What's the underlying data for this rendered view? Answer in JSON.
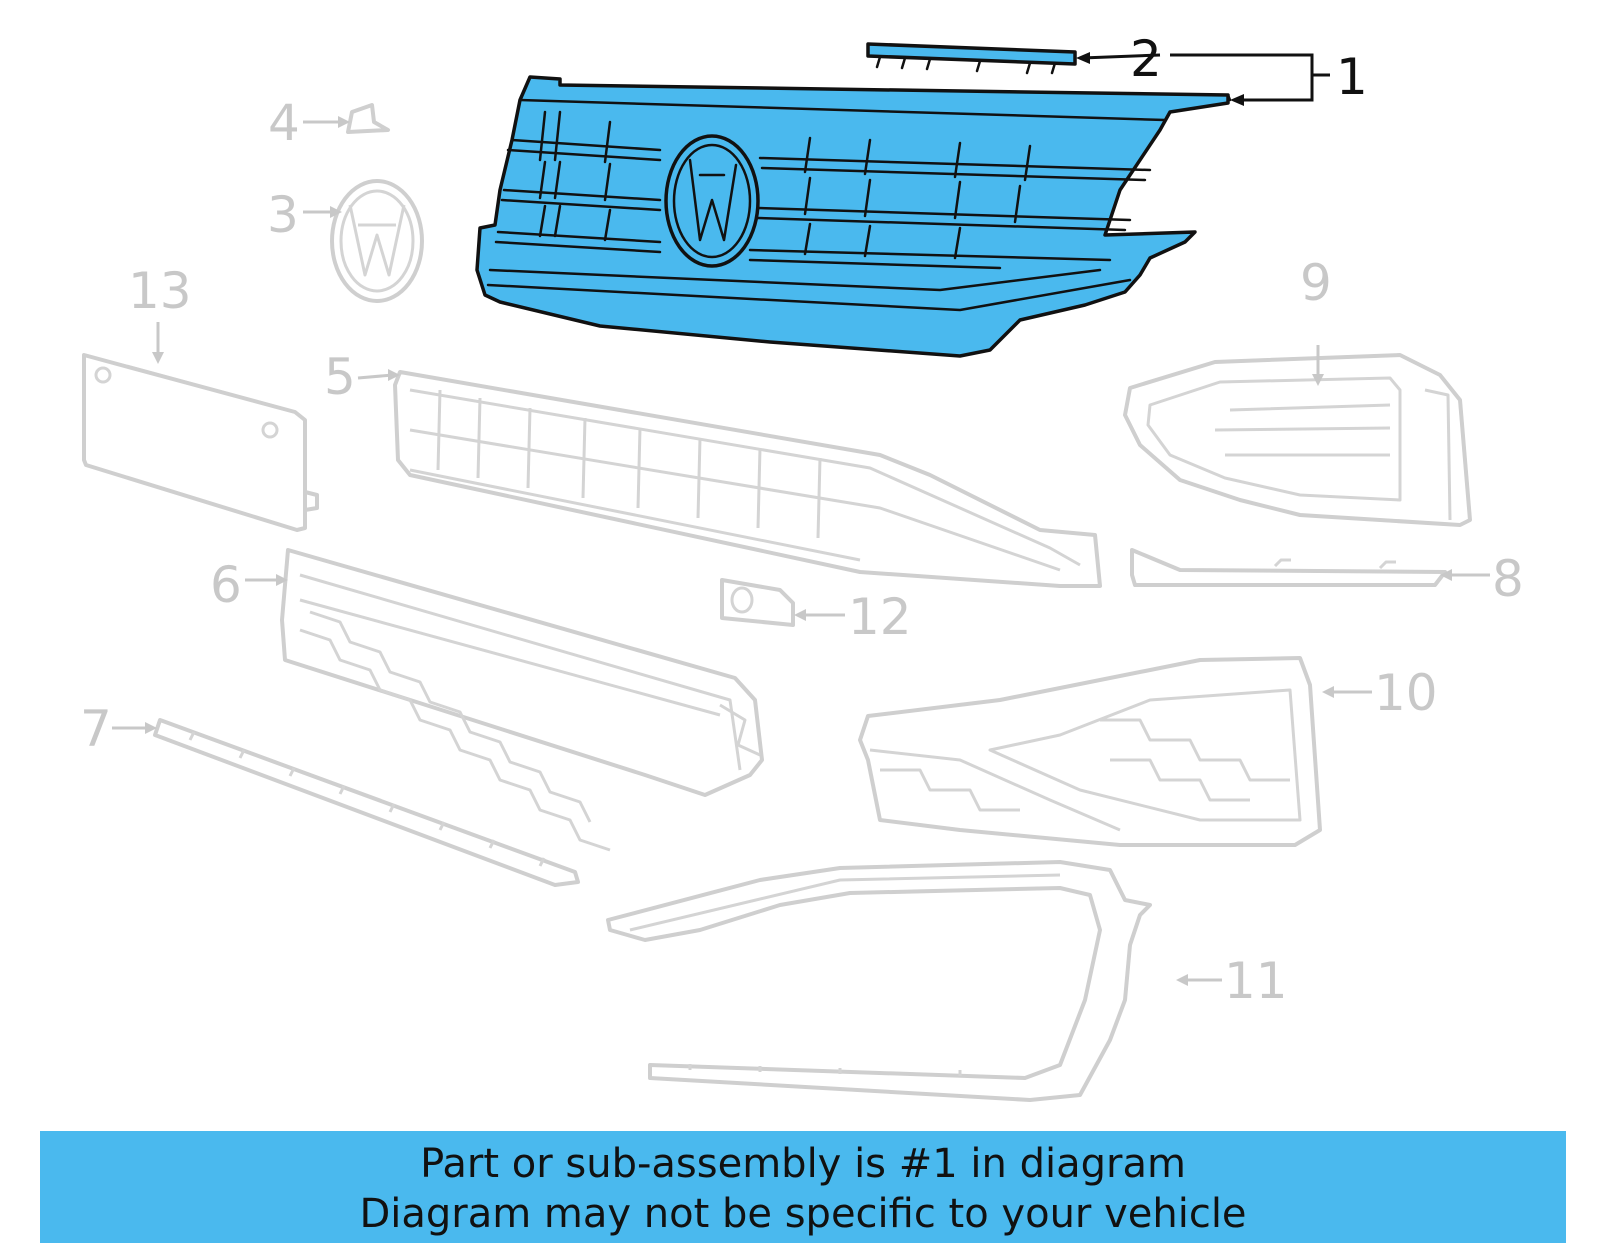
{
  "callouts": {
    "c1": "1",
    "c2": "2",
    "c3": "3",
    "c4": "4",
    "c5": "5",
    "c6": "6",
    "c7": "7",
    "c8": "8",
    "c9": "9",
    "c10": "10",
    "c11": "11",
    "c12": "12",
    "c13": "13"
  },
  "highlighted_part": "1",
  "colors": {
    "highlight": "#4ab9ee",
    "outline": "#111111",
    "ghost": "#cfcfcf"
  },
  "banner": {
    "line1": "Part or sub-assembly is #1 in diagram",
    "line2": "Diagram may not be specific to your vehicle"
  }
}
